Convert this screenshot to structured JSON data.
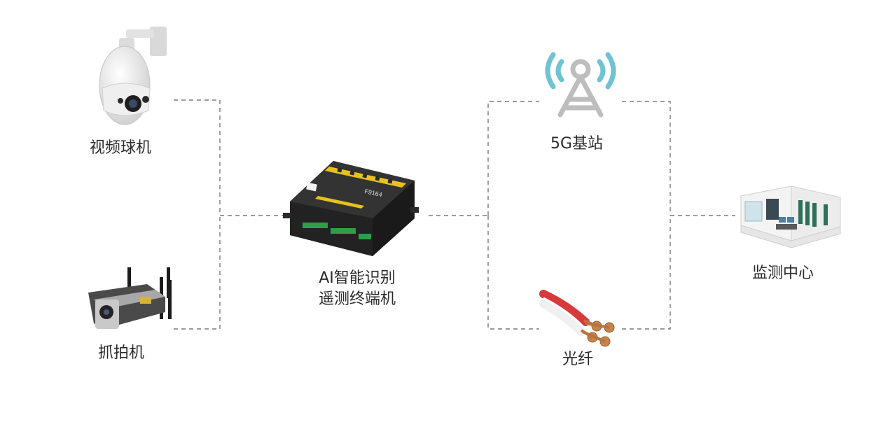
{
  "nodes": {
    "dome_camera": {
      "label": "视频球机"
    },
    "capture_camera": {
      "label": "抓拍机"
    },
    "terminal": {
      "label_line1": "AI智能识别",
      "label_line2": "遥测终端机",
      "device_model": "F9164"
    },
    "base_station": {
      "label": "5G基站"
    },
    "fiber": {
      "label": "光纤"
    },
    "monitor_center": {
      "label": "监测中心"
    }
  },
  "colors": {
    "connector": "#7a7a7a",
    "signal_waves": "#6fc3d3",
    "tower": "#bdbdbd",
    "terminal_body": "#2a2a2a",
    "terminal_stripe": "#e8c21c",
    "terminal_connectors": "#2f9e4a"
  }
}
